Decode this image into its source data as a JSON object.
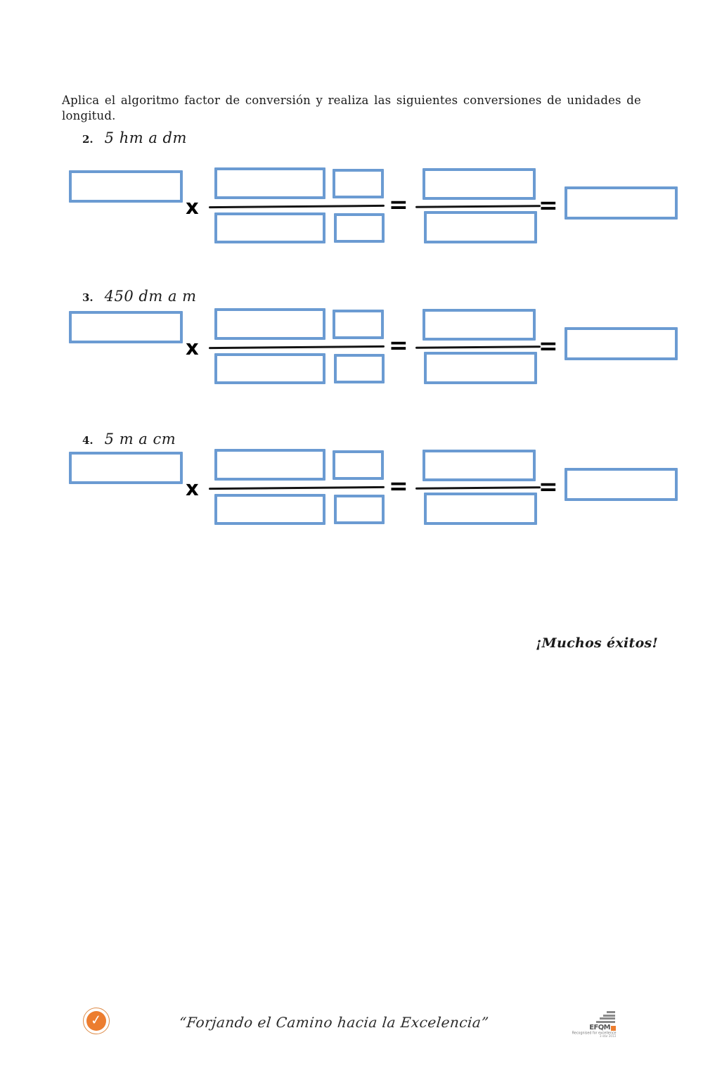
{
  "intro": "Aplica el algoritmo factor de conversión y realiza las siguientes conversiones de unidades de longitud.",
  "exercises": [
    {
      "number": "2.",
      "text": "5 hm a dm"
    },
    {
      "number": "3.",
      "text": "450 dm a m"
    },
    {
      "number": "4.",
      "text": "5 m a cm"
    }
  ],
  "operators": {
    "multiply": "x",
    "equals": "="
  },
  "closing": "¡Muchos éxitos!",
  "footer": {
    "motto": "“Forjando el Camino hacia la Excelencia”",
    "efqm": {
      "name": "EFQM",
      "tagline": "Recognised for excellence",
      "subline": "3 star 2013"
    }
  },
  "colors": {
    "box_border": "#6b9bd2",
    "accent_orange": "#ec7d2f"
  }
}
